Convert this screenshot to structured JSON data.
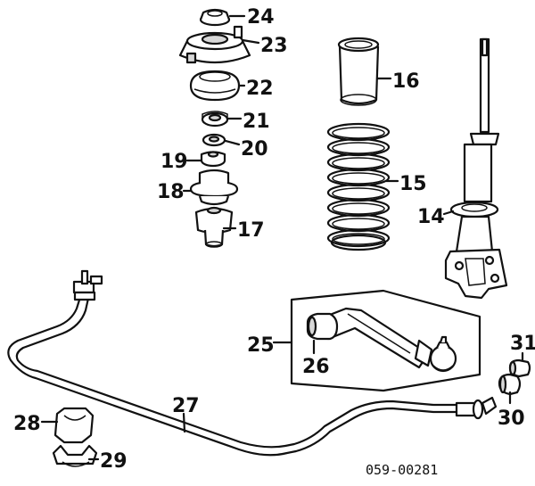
{
  "diagram": {
    "callouts": [
      {
        "id": "24",
        "label": "24"
      },
      {
        "id": "23",
        "label": "23"
      },
      {
        "id": "22",
        "label": "22"
      },
      {
        "id": "21",
        "label": "21"
      },
      {
        "id": "20",
        "label": "20"
      },
      {
        "id": "19",
        "label": "19"
      },
      {
        "id": "18",
        "label": "18"
      },
      {
        "id": "17",
        "label": "17"
      },
      {
        "id": "16",
        "label": "16"
      },
      {
        "id": "15",
        "label": "15"
      },
      {
        "id": "14",
        "label": "14"
      },
      {
        "id": "25",
        "label": "25"
      },
      {
        "id": "26",
        "label": "26"
      },
      {
        "id": "27",
        "label": "27"
      },
      {
        "id": "28",
        "label": "28"
      },
      {
        "id": "29",
        "label": "29"
      },
      {
        "id": "30",
        "label": "30"
      },
      {
        "id": "31",
        "label": "31"
      }
    ],
    "drawing_code": "059-00281"
  }
}
